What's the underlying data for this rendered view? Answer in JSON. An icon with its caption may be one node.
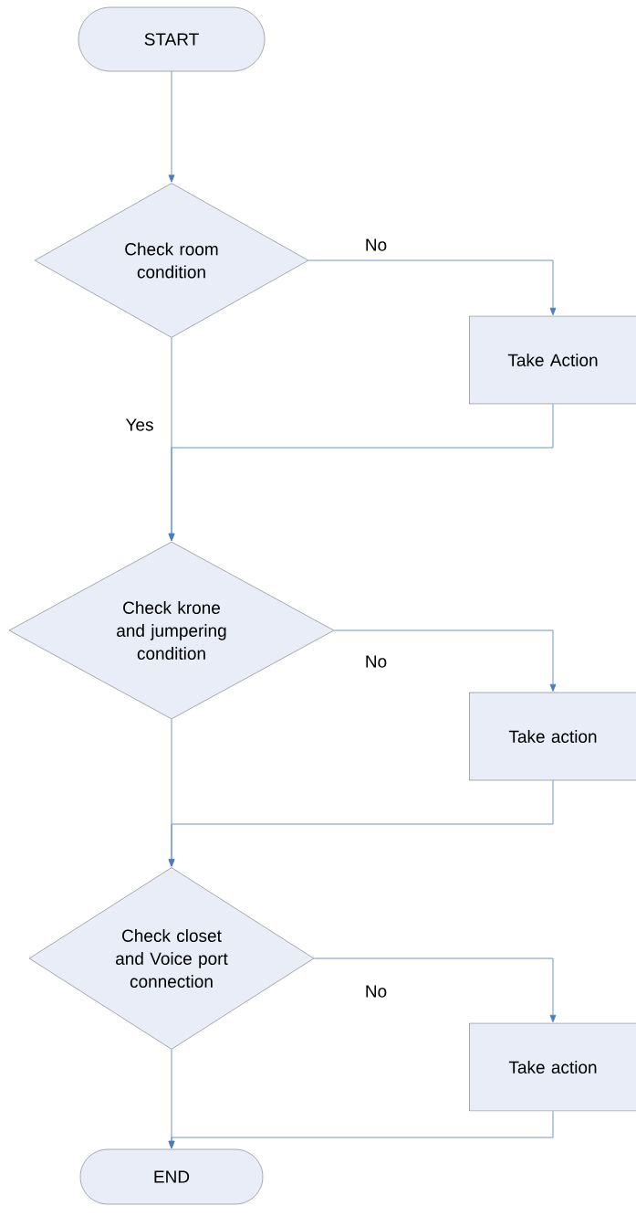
{
  "diagram": {
    "nodes": [
      {
        "text": [
          "START"
        ]
      },
      {
        "text": [
          "Check room condition"
        ]
      },
      {
        "text": [
          "Take Action"
        ]
      },
      {
        "text": [
          "Check krone and jumpering condition"
        ]
      },
      {
        "text": [
          "Take action"
        ]
      },
      {
        "text": [
          "Check closet and Voice port connection"
        ]
      },
      {
        "text": [
          "Take action"
        ]
      },
      {
        "text": [
          "END"
        ]
      }
    ],
    "edges": [
      {
        "from": 0,
        "to": 1,
        "arrow": "to"
      },
      {
        "from": 1,
        "to": 2,
        "arrow": "to",
        "label": "No"
      },
      {
        "from": 1,
        "to": 3,
        "arrow": "to",
        "label": "Yes"
      },
      {
        "from": 2,
        "to": 3,
        "arrow": "to"
      },
      {
        "from": 3,
        "to": 4,
        "arrow": "to",
        "label": "No"
      },
      {
        "from": 3,
        "to": 5,
        "arrow": "to"
      },
      {
        "from": 4,
        "to": 5,
        "arrow": "to"
      },
      {
        "from": 5,
        "to": 6,
        "arrow": "to",
        "label": "No"
      },
      {
        "from": 5,
        "to": 7,
        "arrow": "to"
      },
      {
        "from": 6,
        "to": 7,
        "arrow": "to"
      }
    ]
  }
}
